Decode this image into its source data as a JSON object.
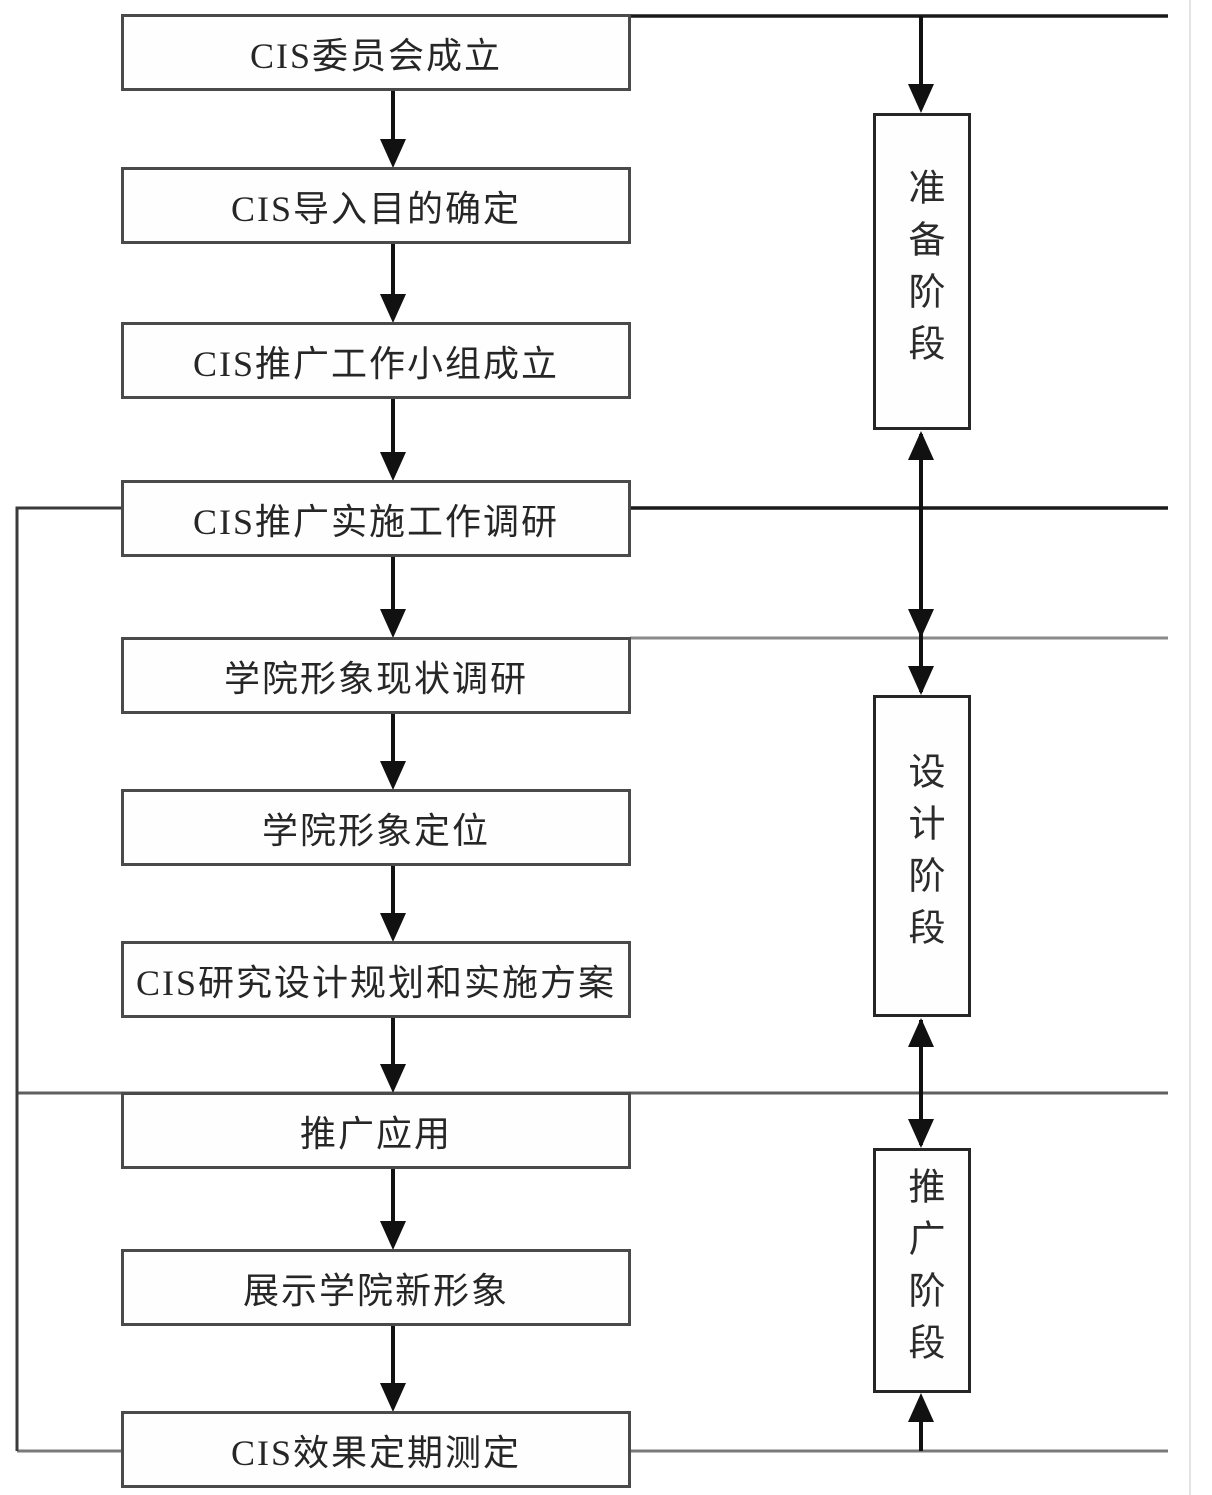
{
  "process_steps": [
    {
      "label": "CIS委员会成立"
    },
    {
      "label": "CIS导入目的确定"
    },
    {
      "label": "CIS推广工作小组成立"
    },
    {
      "label": "CIS推广实施工作调研"
    },
    {
      "label": "学院形象现状调研"
    },
    {
      "label": "学院形象定位"
    },
    {
      "label": "CIS研究设计规划和实施方案"
    },
    {
      "label": "推广应用"
    },
    {
      "label": "展示学院新形象"
    },
    {
      "label": "CIS效果定期测定"
    }
  ],
  "stages": [
    {
      "label": "准备阶段"
    },
    {
      "label": "设计阶段"
    },
    {
      "label": "推广阶段"
    }
  ],
  "colors": {
    "ink": "#1a1a1a",
    "gray_line": "#8a8a8a",
    "process_box_border": "#4a4a4a",
    "stage_box_border": "#262626",
    "text": "#2b2b2b",
    "scan_edge": "#e3e3e3"
  }
}
